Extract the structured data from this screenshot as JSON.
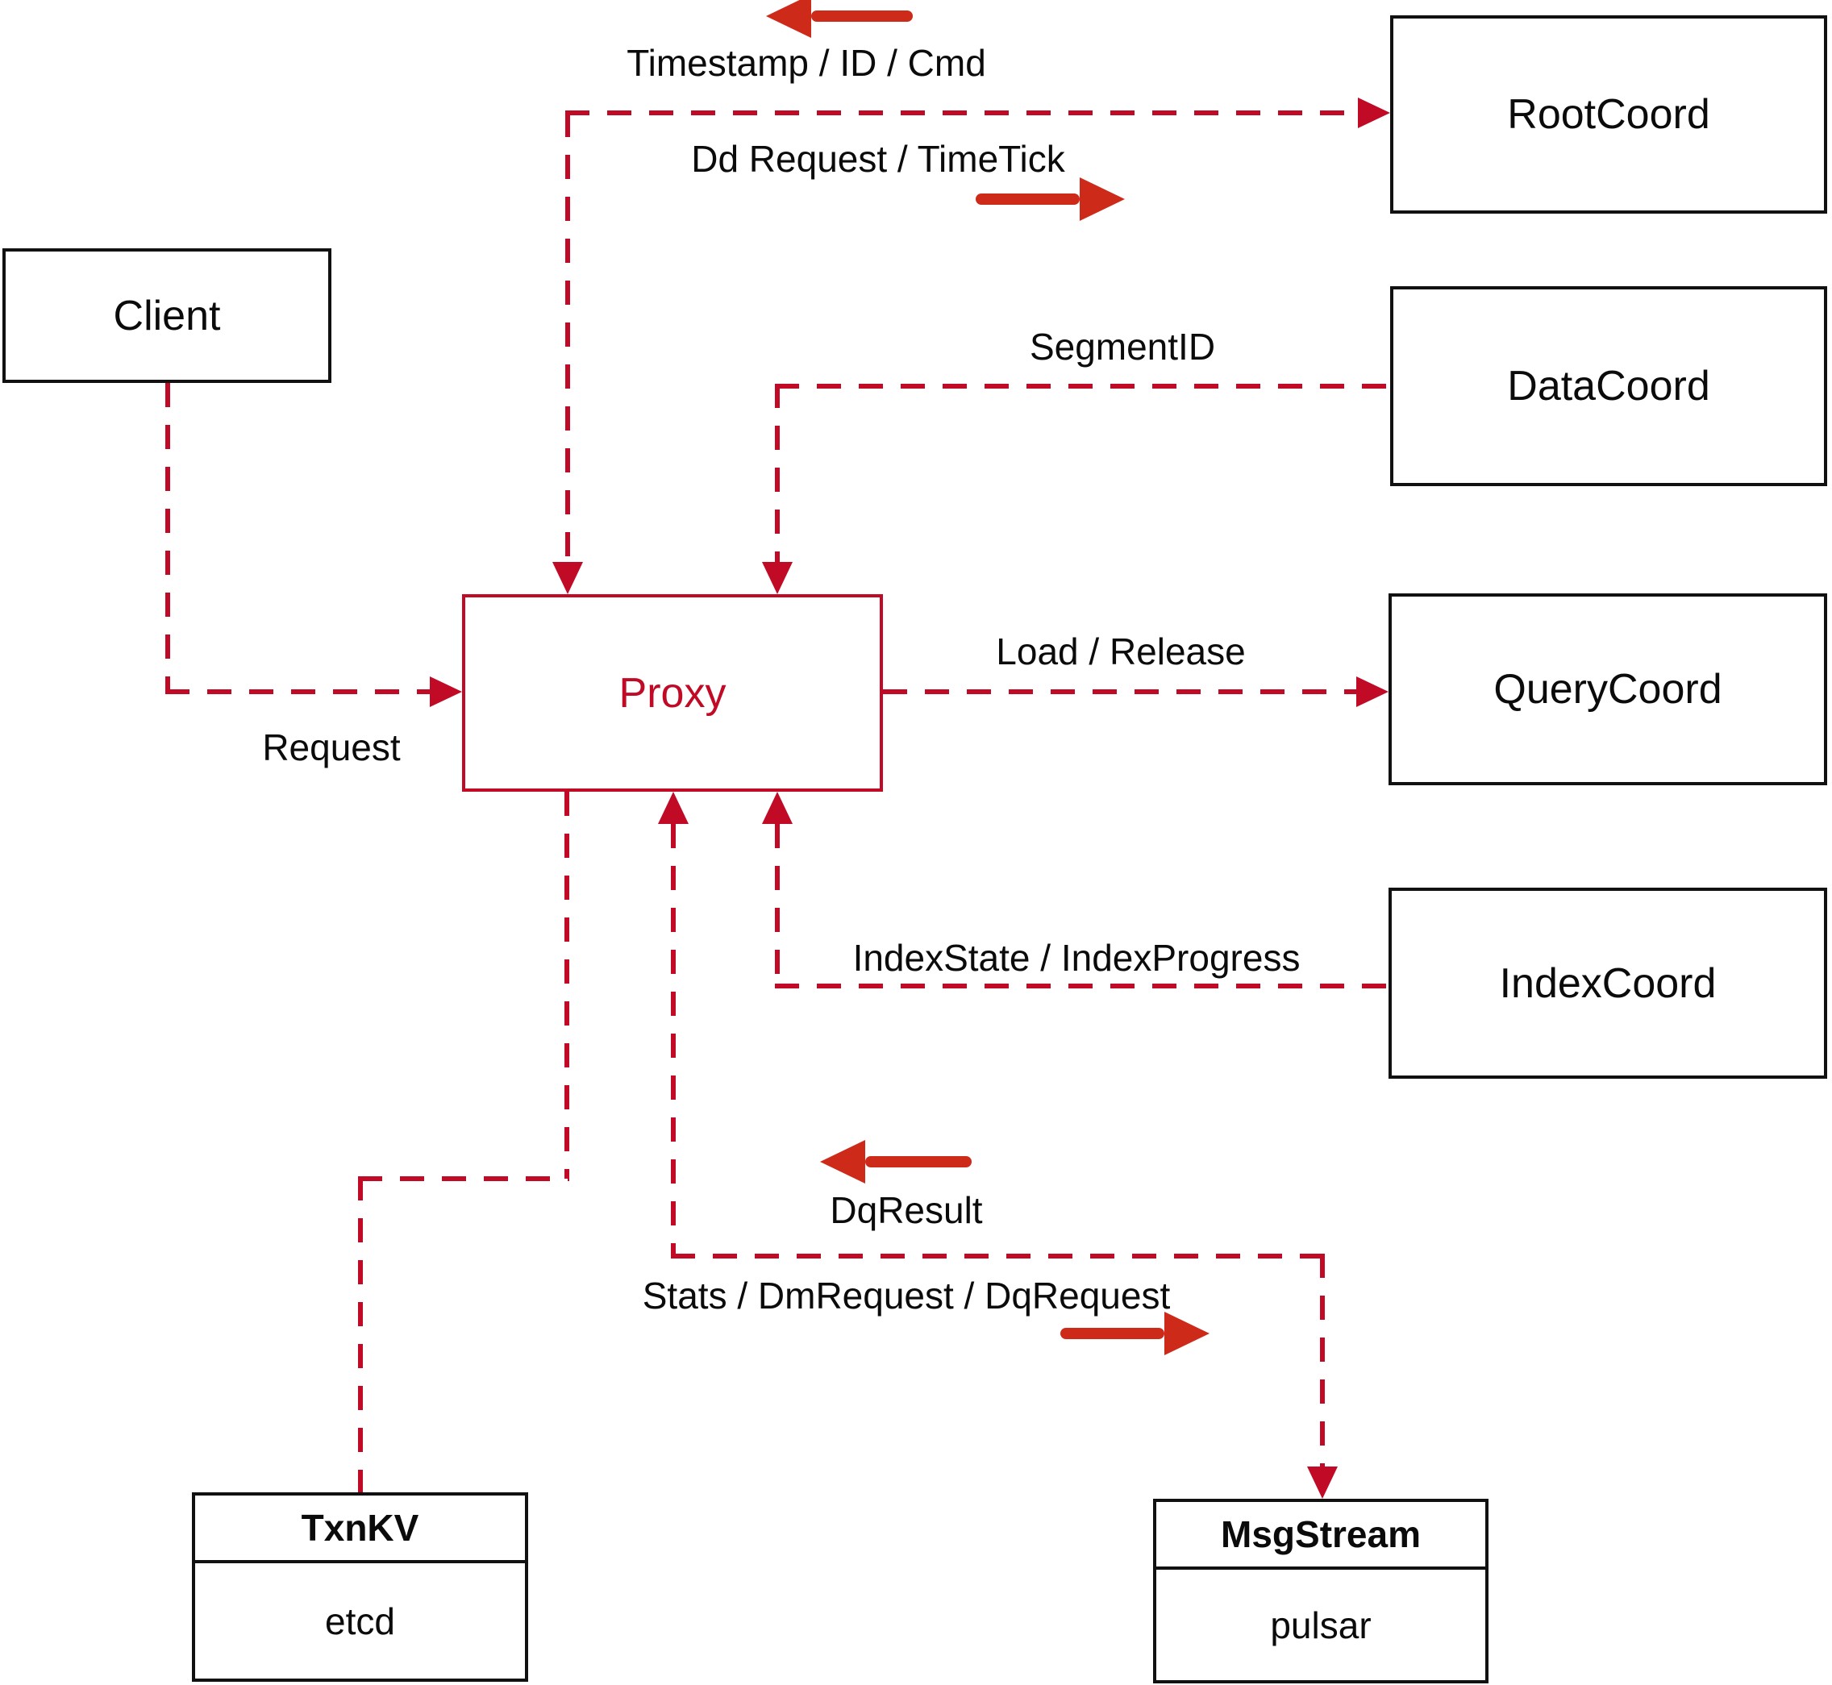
{
  "nodes": {
    "client": {
      "label": "Client"
    },
    "rootcoord": {
      "label": "RootCoord"
    },
    "datacoord": {
      "label": "DataCoord"
    },
    "querycoord": {
      "label": "QueryCoord"
    },
    "indexcoord": {
      "label": "IndexCoord"
    },
    "proxy": {
      "label": "Proxy"
    },
    "txnkv": {
      "title": "TxnKV",
      "subtitle": "etcd"
    },
    "msgstream": {
      "title": "MsgStream",
      "subtitle": "pulsar"
    }
  },
  "edges": {
    "client_to_proxy": {
      "label": "Request"
    },
    "rootcoord_to_proxy": {
      "label": "Timestamp / ID / Cmd"
    },
    "proxy_to_rootcoord": {
      "label": "Dd Request / TimeTick"
    },
    "datacoord_to_proxy": {
      "label": "SegmentID"
    },
    "proxy_to_querycoord": {
      "label": "Load / Release"
    },
    "indexcoord_to_proxy": {
      "label": "IndexState / IndexProgress"
    },
    "msgstream_to_proxy": {
      "label": "DqResult"
    },
    "proxy_to_msgstream": {
      "label": "Stats / DmRequest / DqRequest"
    }
  },
  "colors": {
    "dashed_line": "#c00a26",
    "direction_arrow": "#cd2a1a",
    "node_border": "#111111",
    "proxy_accent": "#c00a26"
  }
}
